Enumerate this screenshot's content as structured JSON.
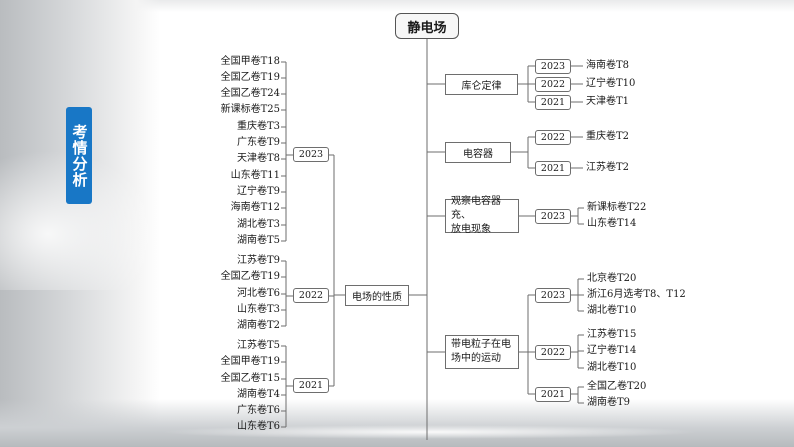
{
  "side_tab": "考情分析",
  "root": "静电场",
  "left": {
    "topic": "电场的性质",
    "groups": [
      {
        "year": "2023",
        "items": [
          "全国甲卷T18",
          "全国乙卷T19",
          "全国乙卷T24",
          "新课标卷T25",
          "重庆卷T3",
          "广东卷T9",
          "天津卷T8",
          "山东卷T11",
          "辽宁卷T9",
          "海南卷T12",
          "湖北卷T3",
          "湖南卷T5"
        ]
      },
      {
        "year": "2022",
        "items": [
          "江苏卷T9",
          "全国乙卷T19",
          "河北卷T6",
          "山东卷T3",
          "湖南卷T2"
        ]
      },
      {
        "year": "2021",
        "items": [
          "江苏卷T5",
          "全国甲卷T19",
          "全国乙卷T15",
          "湖南卷T4",
          "广东卷T6",
          "山东卷T6"
        ]
      }
    ]
  },
  "right": [
    {
      "topic": "库仑定律",
      "groups": [
        {
          "year": "2023",
          "items": [
            "海南卷T8"
          ]
        },
        {
          "year": "2022",
          "items": [
            "辽宁卷T10"
          ]
        },
        {
          "year": "2021",
          "items": [
            "天津卷T1"
          ]
        }
      ]
    },
    {
      "topic": "电容器",
      "groups": [
        {
          "year": "2022",
          "items": [
            "重庆卷T2"
          ]
        },
        {
          "year": "2021",
          "items": [
            "江苏卷T2"
          ]
        }
      ]
    },
    {
      "topic": [
        "观察电容器充、",
        "放电现象"
      ],
      "groups": [
        {
          "year": "2023",
          "items": [
            "新课标卷T22",
            "山东卷T14"
          ]
        }
      ]
    },
    {
      "topic": [
        "带电粒子在电",
        "场中的运动"
      ],
      "groups": [
        {
          "year": "2023",
          "items": [
            "北京卷T20",
            "浙江6月选考T8、T12",
            "湖北卷T10"
          ]
        },
        {
          "year": "2022",
          "items": [
            "江苏卷T15",
            "辽宁卷T14",
            "湖北卷T10"
          ]
        },
        {
          "year": "2021",
          "items": [
            "全国乙卷T20",
            "湖南卷T9"
          ]
        }
      ]
    }
  ]
}
